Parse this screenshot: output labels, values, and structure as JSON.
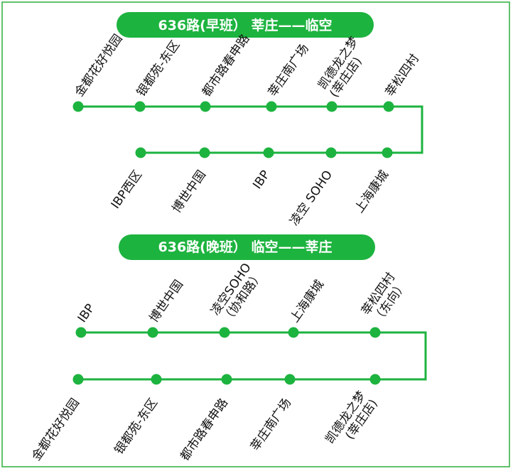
{
  "colors": {
    "line": "#1db33f",
    "frame": "#2fae3a",
    "banner": "#1db33f",
    "text": "#111111"
  },
  "morning": {
    "title": "636路(早班） 莘庄——临空",
    "top_row": [
      "金都花好悦园",
      "银都苑-东区",
      "都市路春申路",
      "莘庄南广场",
      "凯德龙之梦\n(莘庄店)",
      "莘松四村"
    ],
    "bottom_row": [
      "IBP西区",
      "博世中国",
      "IBP",
      "凌空 SOHO",
      "上海康城"
    ]
  },
  "evening": {
    "title": "636路(晚班） 临空——莘庄",
    "top_row": [
      "IBP",
      "博世中国",
      "凌空SOHO\n（协和路）",
      "上海康城",
      "莘松四村\n（东向）"
    ],
    "bottom_row": [
      "金都花好悦园",
      "银都苑-东区",
      "都市路春申路",
      "莘庄南广场",
      "凯德龙之梦\n(莘庄店)"
    ]
  }
}
